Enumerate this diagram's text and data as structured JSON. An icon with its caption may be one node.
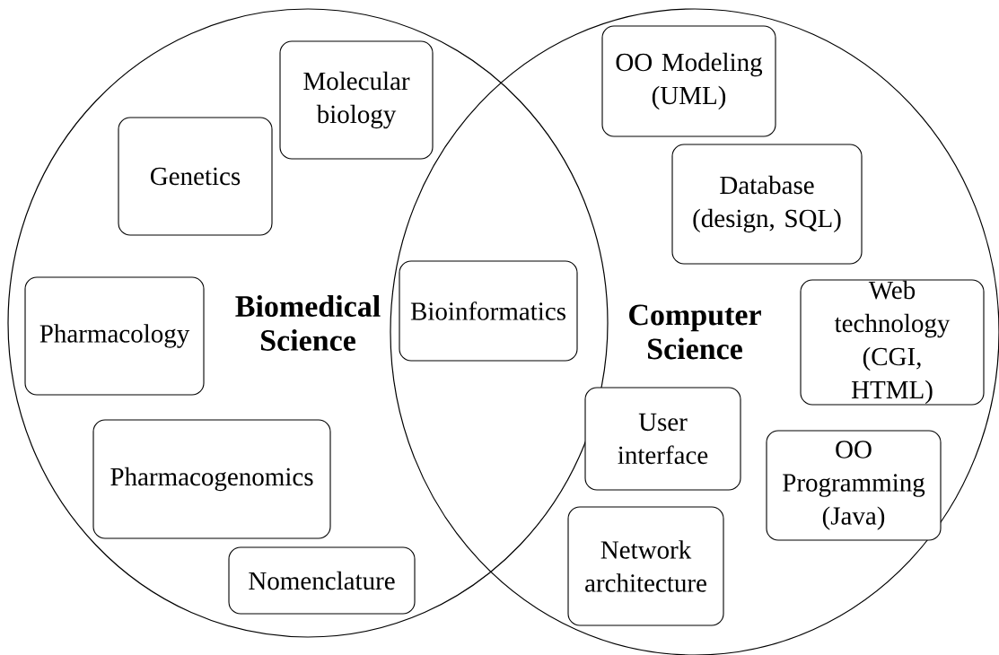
{
  "diagram": {
    "nodes": [
      {
        "text": [
          "Biomedical Science"
        ]
      },
      {
        "text": [
          "Molecular biology"
        ],
        "in": 0
      },
      {
        "text": [
          "Genetics"
        ],
        "in": 0
      },
      {
        "text": [
          "Pharmacology"
        ],
        "in": 0
      },
      {
        "text": [
          "Pharmacogenomics"
        ],
        "in": 0
      },
      {
        "text": [
          "Nomenclature"
        ],
        "in": 0
      },
      {
        "text": [
          "Bioinformatics"
        ]
      },
      {
        "text": [
          "Computer Science"
        ]
      },
      {
        "text": [
          "OO Modeling (UML)"
        ],
        "in": 7
      },
      {
        "text": [
          "Database (design, SQL)"
        ],
        "in": 7
      },
      {
        "text": [
          "Web technology (CGI, HTML)"
        ],
        "in": 7
      },
      {
        "text": [
          "User interface"
        ],
        "in": 7
      },
      {
        "text": [
          "OO Programming (Java)"
        ],
        "in": 7
      },
      {
        "text": [
          "Network architecture"
        ],
        "in": 7
      }
    ]
  }
}
